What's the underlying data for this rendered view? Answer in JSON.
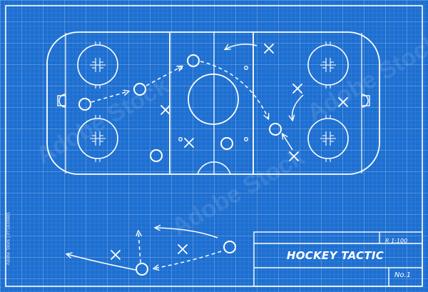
{
  "title_block": {
    "scale": "R 1:100",
    "title": "HOCKEY TACTIC",
    "number": "No.1"
  },
  "watermarks": {
    "side_text": "Adobe Stock | #71830881",
    "overlay_text": "Adobe Stock"
  },
  "colors": {
    "background": "#1d6fd1",
    "lines": "#ffffff"
  },
  "icons": [
    "player-o-icon",
    "player-x-icon",
    "pass-arrow-icon",
    "skate-arrow-icon",
    "puck-dot-icon"
  ]
}
